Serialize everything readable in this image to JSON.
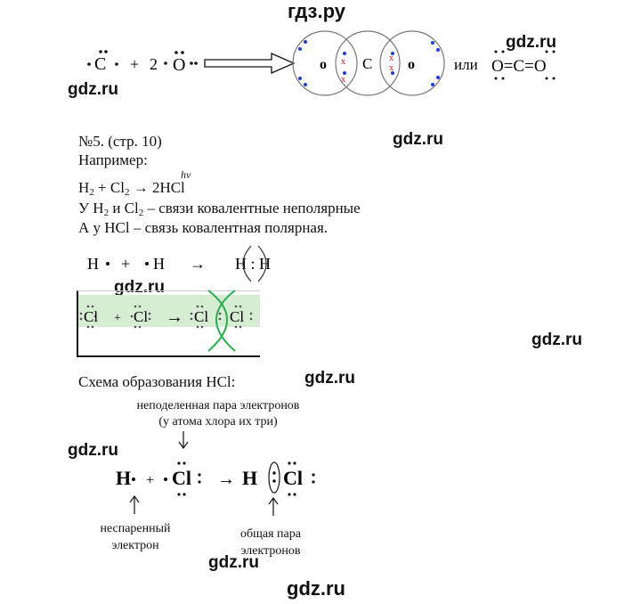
{
  "watermarks": {
    "top": "гдз.ру",
    "w1": "gdz.ru",
    "w2": "gdz.ru",
    "w3": "gdz.ru",
    "w4": "gdz.ru",
    "w5": "gdz.ru",
    "w6": "gdz.ru",
    "w7": "gdz.ru",
    "w8": "gdz.ru",
    "bottom": "gdz.ru"
  },
  "co2": {
    "carbon": "C",
    "plus": "+",
    "coef": "2",
    "oxygen": "O",
    "ring_left": "o",
    "ring_center": "C",
    "ring_right": "o",
    "or": "или",
    "formula": "O=C=O"
  },
  "task": {
    "number": "№5. (стр. 10)",
    "example": "Например:",
    "eq_h": "H",
    "eq_2a": "2",
    "eq_plus_cl": " + Cl",
    "eq_2b": "2",
    "eq_arrow": " → 2HCl",
    "hv": "hν",
    "line3_a": "У H",
    "line3_2a": "2",
    "line3_b": " и Cl",
    "line3_2b": "2",
    "line3_c": " – связи ковалентные неполярные",
    "line4": "А у HCl – связь ковалентная полярная."
  },
  "h2": {
    "h1": "H",
    "plus": "+",
    "h2": "H",
    "arrow": "→",
    "product": "H : H"
  },
  "cl2": {
    "cl1": "Cl",
    "plus": "+",
    "cl2": "Cl",
    "arrow": "→",
    "cl3": "Cl",
    "cl4": "Cl"
  },
  "hcl": {
    "title": "Схема образования HCl:",
    "note1": "неподеленная пара электронов",
    "note2": "(у атома хлора их три)",
    "h": "H",
    "plus": "+",
    "cl": "Cl",
    "arrow": "→",
    "h_prod": "H",
    "cl_prod": "Cl",
    "unpaired1": "неспаренный",
    "unpaired2": "электрон",
    "shared1": "общая пара",
    "shared2": "электронов"
  },
  "colors": {
    "electron_blue": "#1f3fd6",
    "electron_red": "#d01515",
    "overlap_green": "#22b14c"
  }
}
